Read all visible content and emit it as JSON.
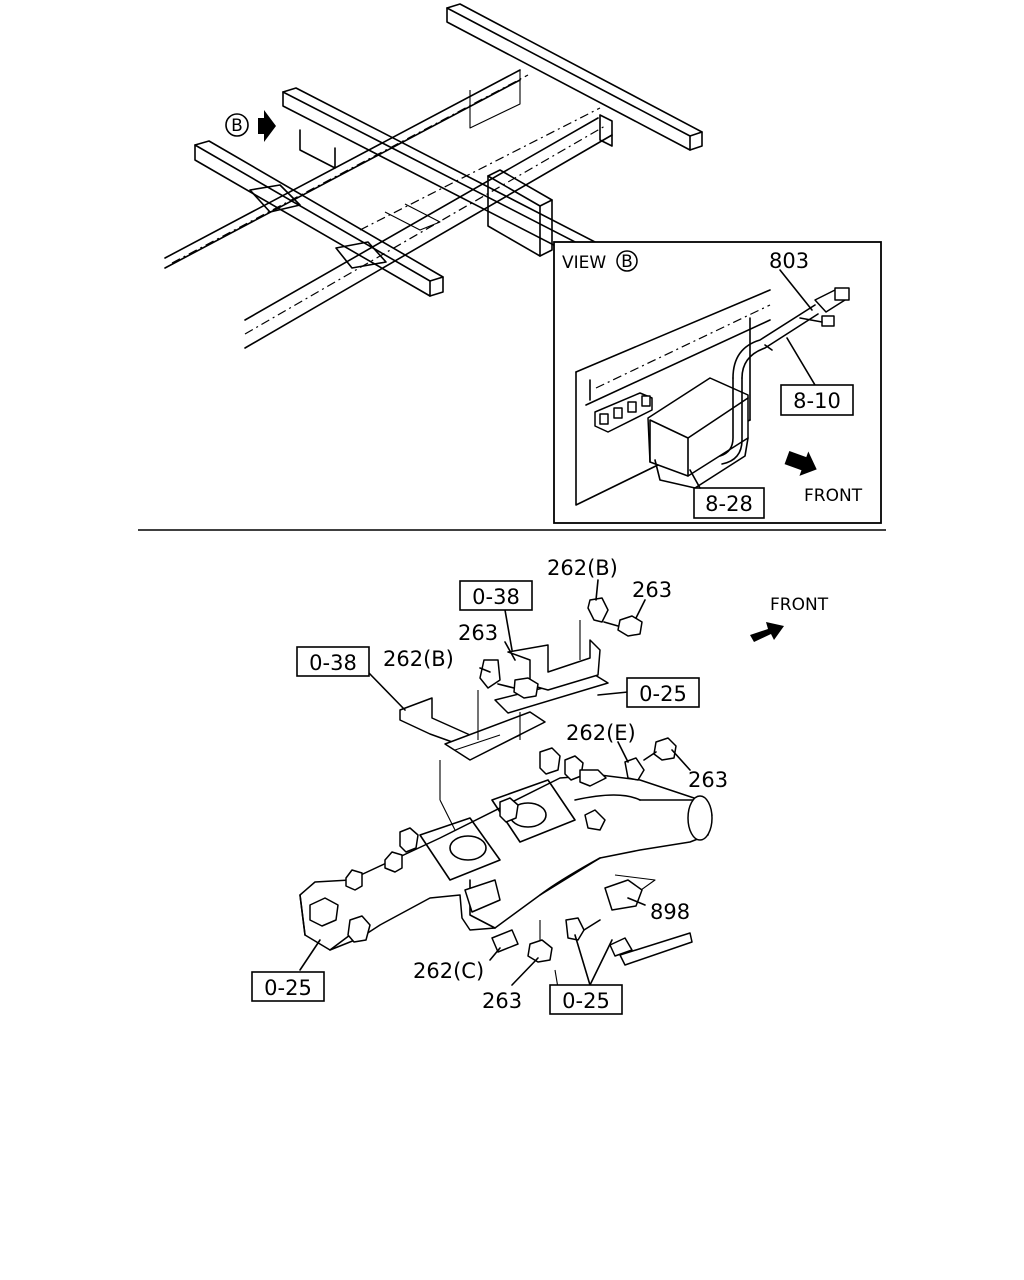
{
  "top": {
    "view_marker": "B",
    "inset": {
      "view_label": "VIEW",
      "view_circle": "B",
      "callout_803": "803",
      "ref_8_10": "8-10",
      "ref_8_28": "8-28",
      "front_label": "FRONT"
    }
  },
  "bottom": {
    "front_label": "FRONT",
    "ref_0_38_a": "0-38",
    "ref_0_38_b": "0-38",
    "ref_0_25_top": "0-25",
    "ref_0_25_left": "0-25",
    "ref_0_25_bottom": "0-25",
    "callout_262B_top": "262(B)",
    "callout_263_top": "263",
    "callout_263_mid": "263",
    "callout_262B_mid": "262(B)",
    "callout_262E": "262(E)",
    "callout_263_right": "263",
    "callout_898": "898",
    "callout_262C": "262(C)",
    "callout_263_bottom": "263"
  }
}
